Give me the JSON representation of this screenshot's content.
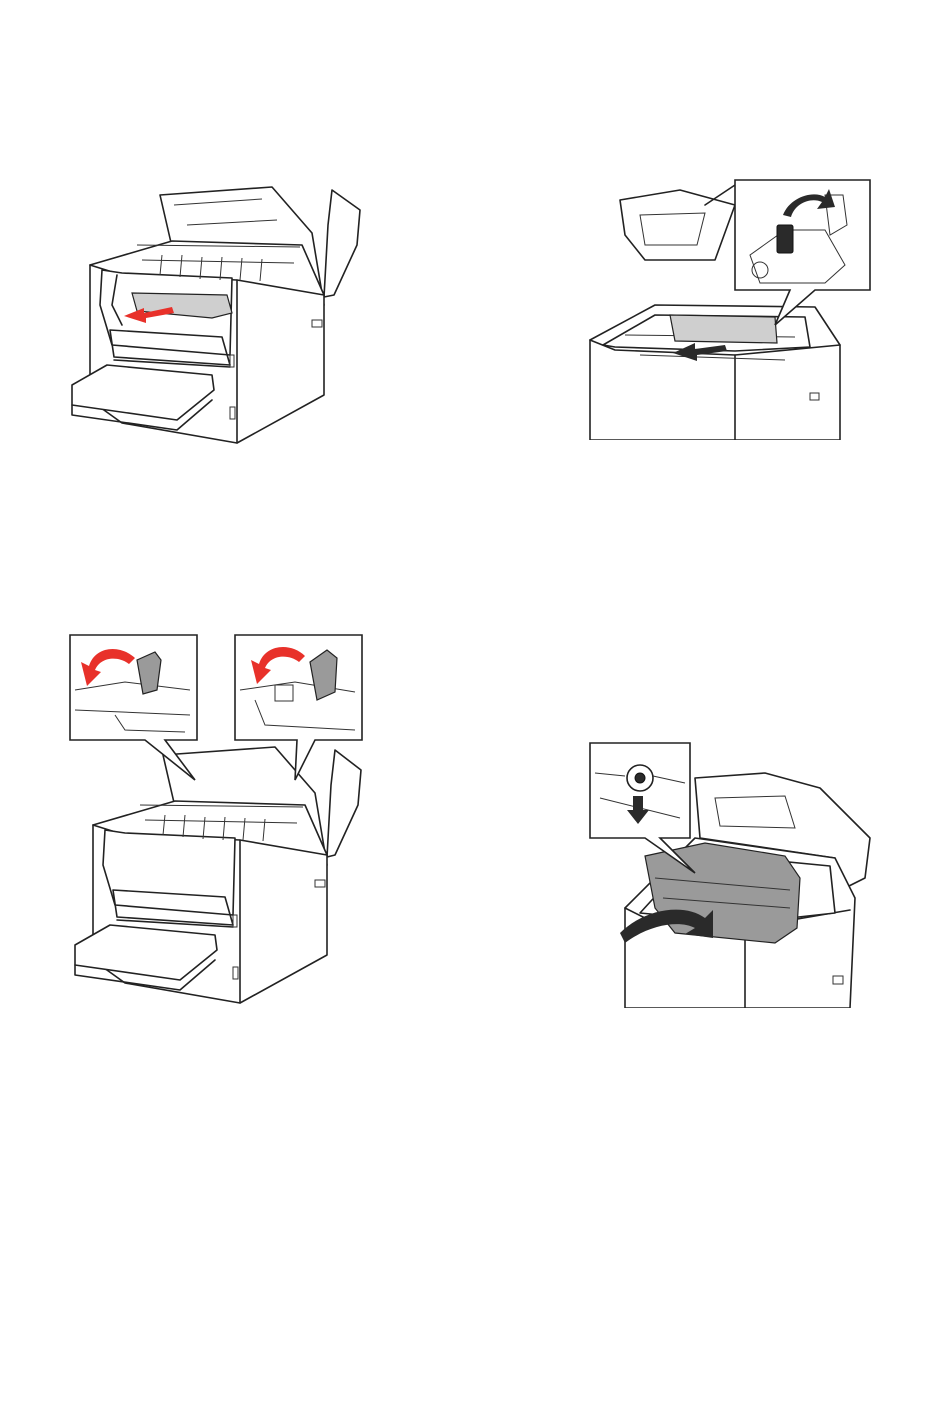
{
  "figures": [
    {
      "name": "remove-jammed-paper-from-printer",
      "arrow_color": "#e8312a"
    },
    {
      "name": "pull-paper-out-of-fuser",
      "arrow_color": "#2a2a2a"
    },
    {
      "name": "lower-fuser-separator-levers",
      "arrow_color": "#e8312a"
    },
    {
      "name": "reinstall-imaging-unit",
      "arrow_color": "#2a2a2a"
    }
  ],
  "colors": {
    "background": "#ffffff",
    "outline": "#222222",
    "paper": "#cfcfcf",
    "red_arrow": "#e8312a"
  }
}
